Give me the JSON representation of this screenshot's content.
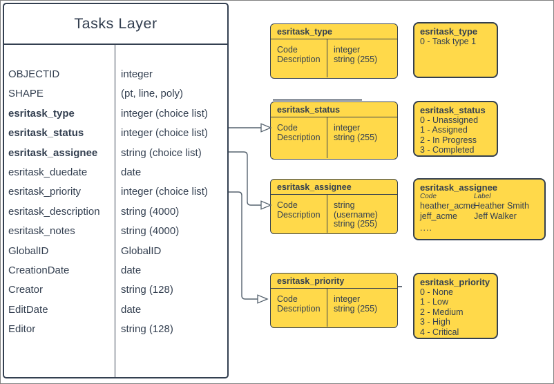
{
  "colors": {
    "box_fill": "#FFD94A",
    "stroke": "#333F50",
    "connector": "#55626E",
    "table_fill": "#FFFFFF",
    "page_border": "#7F7F7F"
  },
  "tasks_table": {
    "title": "Tasks Layer",
    "fields": [
      {
        "name": "OBJECTID",
        "type": "integer",
        "bold": false
      },
      {
        "name": "SHAPE",
        "type": "(pt, line, poly)",
        "bold": false
      },
      {
        "name": "esritask_type",
        "type": "integer (choice list)",
        "bold": true
      },
      {
        "name": "esritask_status",
        "type": "integer (choice list)",
        "bold": true
      },
      {
        "name": "esritask_assignee",
        "type": "string (choice list)",
        "bold": true
      },
      {
        "name": "esritask_duedate",
        "type": "date",
        "bold": false
      },
      {
        "name": "esritask_priority",
        "type": "integer (choice list)",
        "bold": false
      },
      {
        "name": "esritask_description",
        "type": "string (4000)",
        "bold": false
      },
      {
        "name": "esritask_notes",
        "type": "string (4000)",
        "bold": false
      },
      {
        "name": "GlobalID",
        "type": "GlobalID",
        "bold": false
      },
      {
        "name": "CreationDate",
        "type": "date",
        "bold": false
      },
      {
        "name": "Creator",
        "type": "string (128)",
        "bold": false
      },
      {
        "name": "EditDate",
        "type": "date",
        "bold": false
      },
      {
        "name": "Editor",
        "type": "string (128)",
        "bold": false
      }
    ]
  },
  "domain_tables": [
    {
      "title": "esritask_type",
      "rows": [
        {
          "field": "Code",
          "type": "integer"
        },
        {
          "field": "Description",
          "type": "string (255)"
        }
      ]
    },
    {
      "title": "esritask_status",
      "rows": [
        {
          "field": "Code",
          "type": "integer"
        },
        {
          "field": "Description",
          "type": "string (255)"
        }
      ]
    },
    {
      "title": "esritask_assignee",
      "rows": [
        {
          "field": "Code",
          "type": "string (username)"
        },
        {
          "field": "Description",
          "type": "string (255)"
        }
      ]
    },
    {
      "title": "esritask_priority",
      "rows": [
        {
          "field": "Code",
          "type": "integer"
        },
        {
          "field": "Description",
          "type": "string (255)"
        }
      ]
    }
  ],
  "value_lists": [
    {
      "title": "esritask_type",
      "items": [
        "0 - Task type 1"
      ]
    },
    {
      "title": "esritask_status",
      "items": [
        "0 - Unassigned",
        "1 - Assigned",
        "2 - In Progress",
        "3 - Completed"
      ]
    },
    {
      "title": "esritask_assignee",
      "columns": [
        "Code",
        "Label"
      ],
      "rows": [
        {
          "code": "heather_acme",
          "label": "Heather Smith"
        },
        {
          "code": "jeff_acme",
          "label": "Jeff Walker"
        }
      ],
      "more": "...."
    },
    {
      "title": "esritask_priority",
      "items": [
        "0 - None",
        "1 - Low",
        "2 - Medium",
        "3 - High",
        "4 - Critical"
      ]
    }
  ],
  "connectors": [
    {
      "from_field": "esritask_status",
      "to_table": "esritask_status"
    },
    {
      "from_field": "esritask_assignee",
      "to_table": "esritask_assignee"
    },
    {
      "from_field": "esritask_priority",
      "to_table": "esritask_priority"
    }
  ]
}
